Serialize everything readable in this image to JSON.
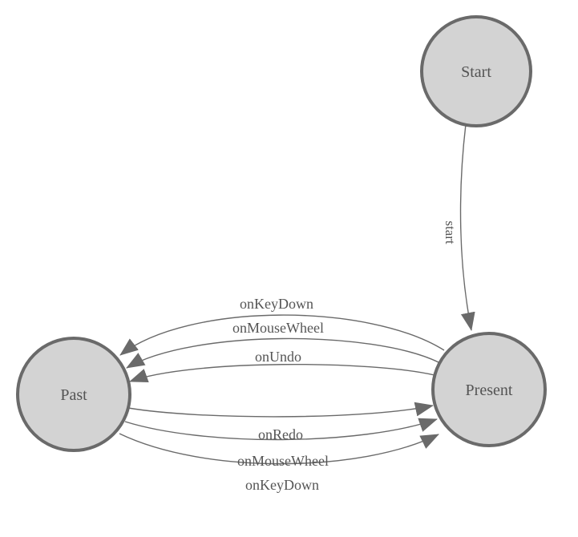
{
  "colors": {
    "background": "#ffffff",
    "node_fill": "#d3d3d3",
    "node_stroke": "#6a6a6a",
    "edge_stroke": "#6a6a6a",
    "arrowhead_fill": "#6a6a6a",
    "label_text": "#555555"
  },
  "nodes": [
    {
      "id": "start",
      "label": "Start"
    },
    {
      "id": "past",
      "label": "Past"
    },
    {
      "id": "present",
      "label": "Present"
    }
  ],
  "edges": [
    {
      "from": "start",
      "to": "present",
      "label": "start"
    },
    {
      "from": "present",
      "to": "past",
      "label": "onKeyDown"
    },
    {
      "from": "present",
      "to": "past",
      "label": "onMouseWheel"
    },
    {
      "from": "present",
      "to": "past",
      "label": "onUndo"
    },
    {
      "from": "past",
      "to": "present",
      "label": "onRedo"
    },
    {
      "from": "past",
      "to": "present",
      "label": "onMouseWheel"
    },
    {
      "from": "past",
      "to": "present",
      "label": "onKeyDown"
    }
  ]
}
